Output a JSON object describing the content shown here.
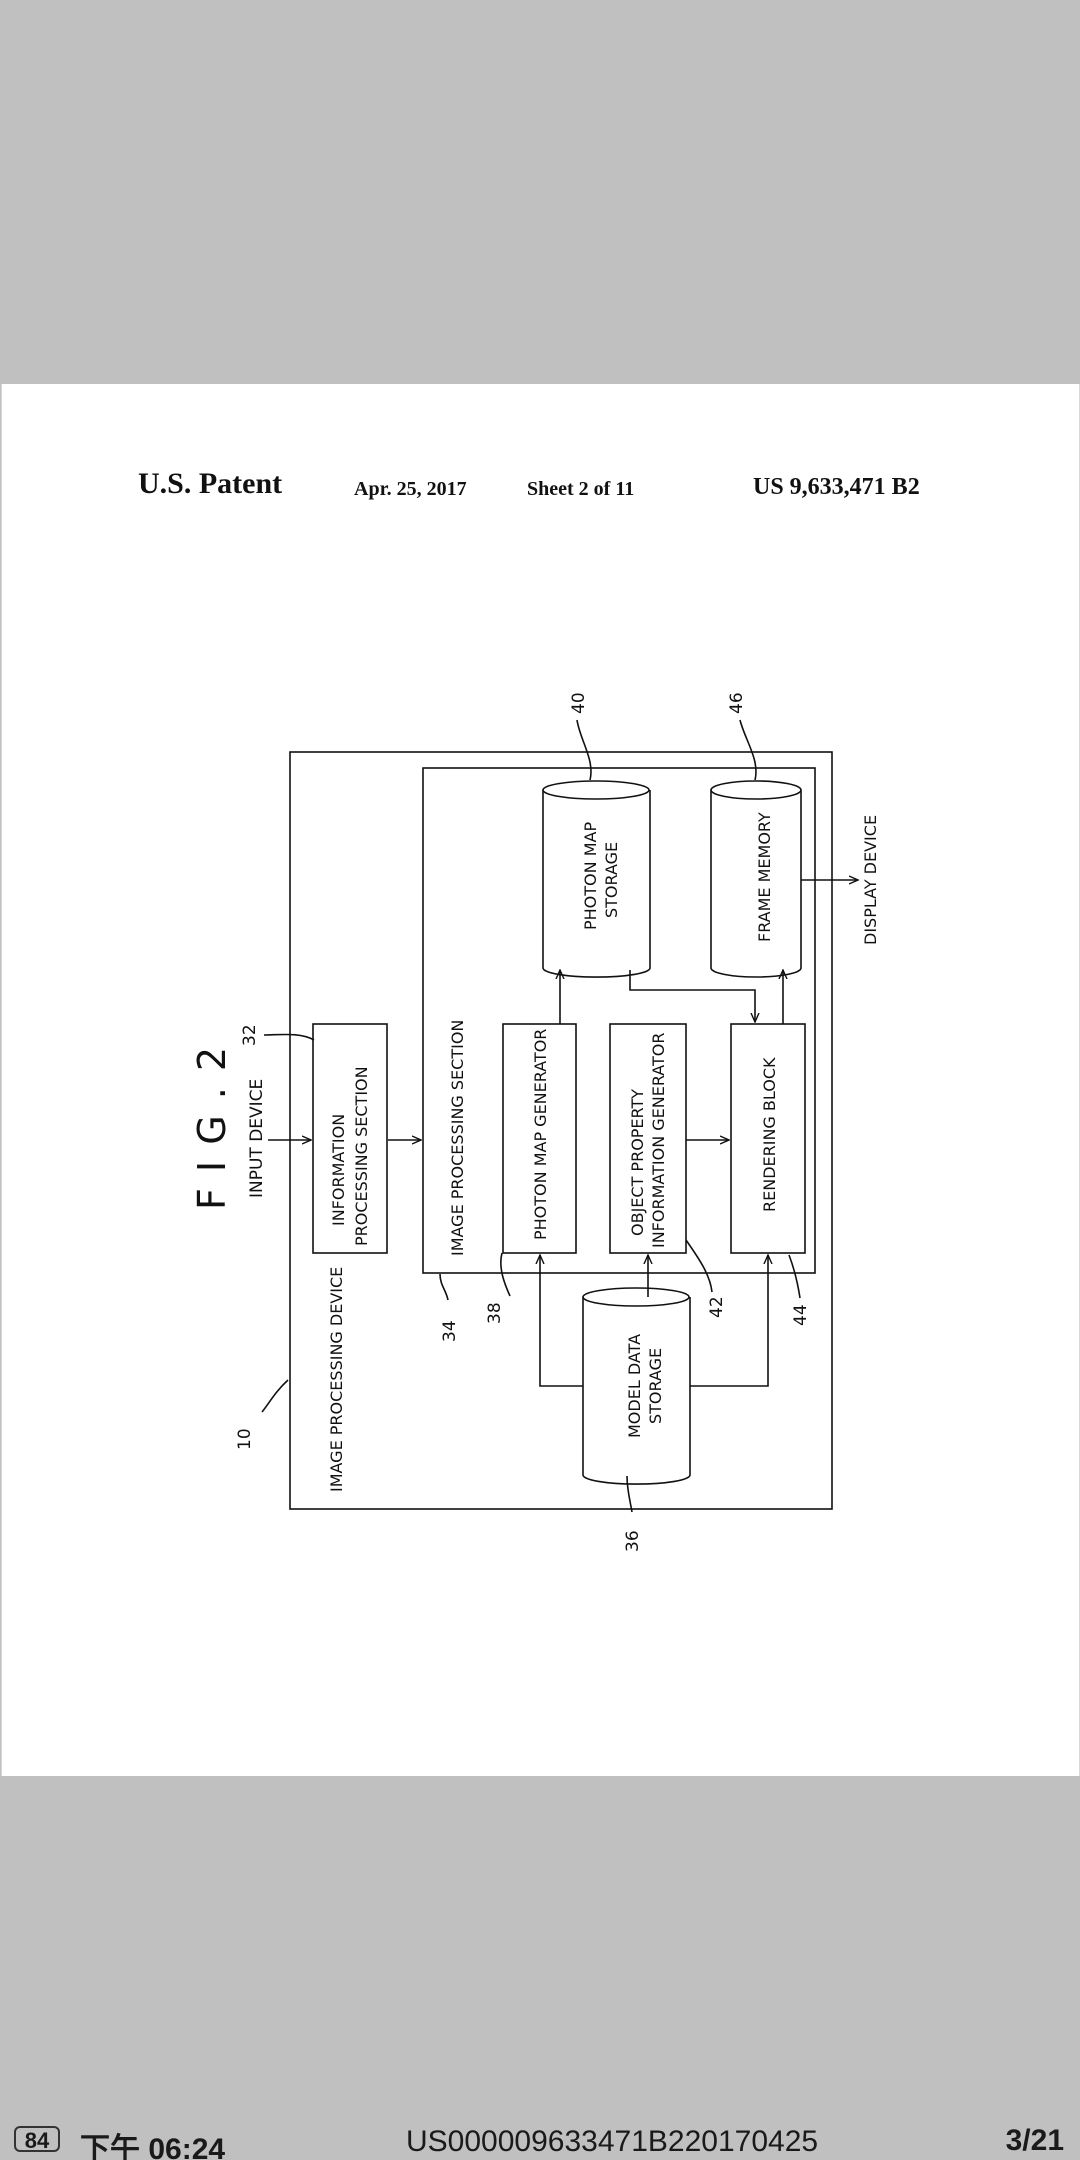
{
  "header": {
    "title": "U.S. Patent",
    "date": "Apr. 25, 2017",
    "sheet": "Sheet 2 of 11",
    "number": "US 9,633,471 B2"
  },
  "figure": {
    "fig_label": "F I G . 2",
    "input_device": "INPUT DEVICE",
    "display_device": "DISPLAY DEVICE",
    "image_processing_device": "IMAGE PROCESSING DEVICE",
    "image_processing_section": "IMAGE PROCESSING SECTION",
    "info_processing_line1": "INFORMATION",
    "info_processing_line2": "PROCESSING SECTION",
    "photon_map_generator": "PHOTON MAP GENERATOR",
    "object_property_line1": "OBJECT PROPERTY",
    "object_property_line2": "INFORMATION GENERATOR",
    "rendering_block": "RENDERING BLOCK",
    "photon_map_storage_line1": "PHOTON MAP",
    "photon_map_storage_line2": "STORAGE",
    "frame_memory": "FRAME MEMORY",
    "model_data_line1": "MODEL DATA",
    "model_data_line2": "STORAGE",
    "ref_10": "10",
    "ref_32": "32",
    "ref_34": "34",
    "ref_36": "36",
    "ref_38": "38",
    "ref_40": "40",
    "ref_42": "42",
    "ref_44": "44",
    "ref_46": "46"
  },
  "status_bar": {
    "battery": "84",
    "time": "下午 06:24",
    "document_name": "US000009633471B220170425",
    "page_indicator": "3/21"
  }
}
